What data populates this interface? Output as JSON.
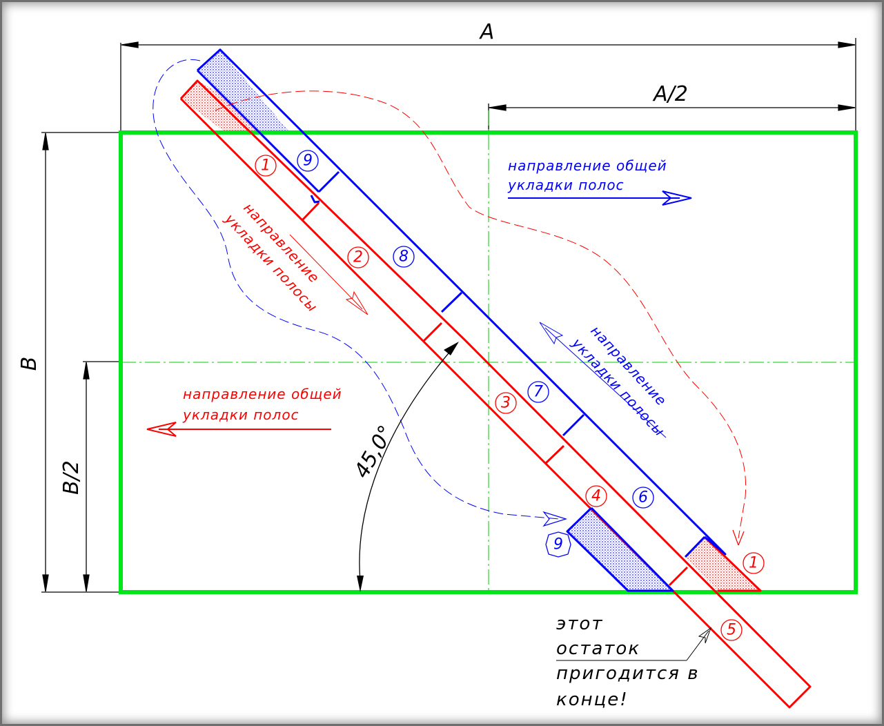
{
  "dimensions": {
    "width_label": "A",
    "half_width_label": "A/2",
    "height_label": "B",
    "half_height_label": "B/2",
    "angle_label": "45,0°"
  },
  "notes": {
    "blue_general_line1": "направление общей",
    "blue_general_line2": "укладки полос",
    "red_general_line1": "направление общей",
    "red_general_line2": "укладки полос",
    "red_strip_line1": "направление",
    "red_strip_line2": "укладки полосы",
    "blue_strip_line1": "направление",
    "blue_strip_line2": "укладки полосы",
    "leftover_line1": "этот",
    "leftover_line2": "остаток",
    "leftover_line3": "пригодится в",
    "leftover_line4": "конце!"
  },
  "strip_numbers": {
    "red": [
      "1",
      "2",
      "3",
      "4",
      "5",
      "1"
    ],
    "blue": [
      "9",
      "8",
      "7",
      "6",
      "9"
    ]
  },
  "colors": {
    "room_border": "#00e61a",
    "red_strip": "#ff0000",
    "blue_strip": "#0000ff",
    "axis": "#00cc00",
    "dimension": "#000000"
  }
}
